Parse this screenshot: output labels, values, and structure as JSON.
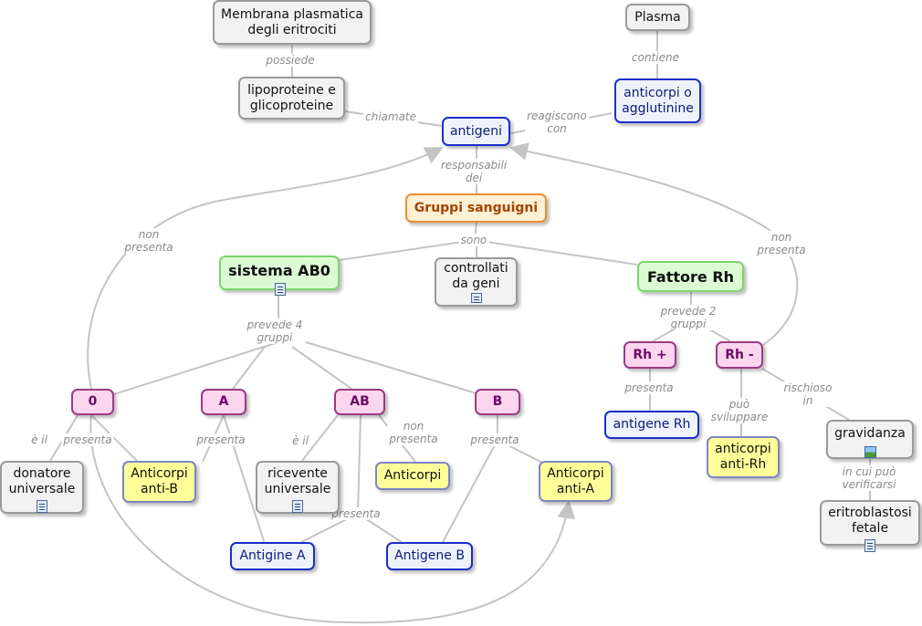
{
  "nodes": {
    "membrana": "Membrana plasmatica\ndegli eritrociti",
    "plasma": "Plasma",
    "lipoproteine": "lipoproteine e\nglicoproteine",
    "anticorpi_agglutinine": "anticorpi o\nagglutinine",
    "antigeni": "antigeni",
    "gruppi_sanguigni": "Gruppi sanguigni",
    "sistema_ab0": "sistema AB0",
    "controllati": "controllati\nda geni",
    "fattore_rh": "Fattore Rh",
    "rh_plus": "Rh +",
    "rh_minus": "Rh -",
    "antigene_rh": "antigene Rh",
    "anticorpi_anti_rh": "anticorpi\nanti-Rh",
    "gravidanza": "gravidanza",
    "eritroblastosi": "eritroblastosi\nfetale",
    "g0": "0",
    "gA": "A",
    "gAB": "AB",
    "gB": "B",
    "donatore": "donatore\nuniversale",
    "anticorpi_anti_b": "Anticorpi\nanti-B",
    "ricevente": "ricevente\nuniversale",
    "anticorpi": "Anticorpi",
    "anticorpi_anti_a": "Anticorpi\nanti-A",
    "antigine_a": "Antigine A",
    "antigene_b": "Antigene B"
  },
  "links": {
    "possiede": "possiede",
    "contiene": "contiene",
    "chiamate": "chiamate",
    "reagiscono_con": "reagiscono\ncon",
    "responsabili_dei": "responsabili\ndei",
    "sono": "sono",
    "non_presenta_left": "non\npresenta",
    "non_presenta_right": "non\npresenta",
    "prevede_4_gruppi": "prevede 4\ngruppi",
    "prevede_2_gruppi": "prevede 2\ngruppi",
    "presenta_rh": "presenta",
    "puo_sviluppare": "può\nsviluppare",
    "rischioso_in": "rischioso\nin",
    "in_cui_puo": "in cui può\nverificarsi",
    "e_il_0": "è il",
    "presenta_0": "presenta",
    "presenta_a": "presenta",
    "e_il_ab": "è il",
    "non_presenta_ab": "non\npresenta",
    "presenta_b": "presenta",
    "presenta_ab": "presenta"
  },
  "colors": {
    "line": "#c4c4c4",
    "concept_border": "#999999",
    "blue_border": "#1a2fc9",
    "pink_fill": "#fbd6ee",
    "green_fill": "#dcfbd5",
    "orange_border": "#ee8f2b",
    "yellow_fill": "#ffff99"
  },
  "icons": {
    "resource": "document-resource-icon",
    "image": "image-resource-icon"
  }
}
